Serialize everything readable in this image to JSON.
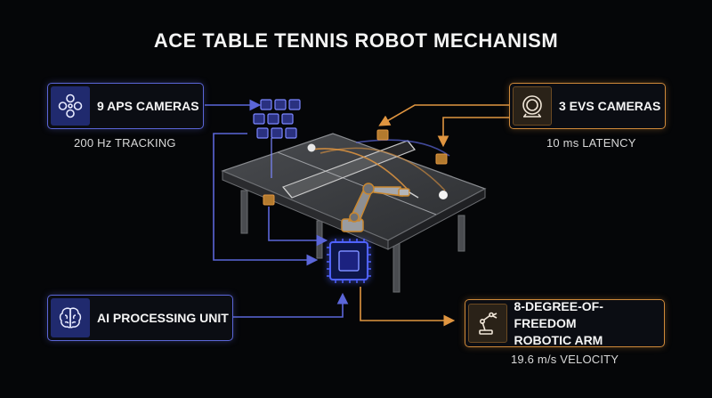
{
  "title": "ACE TABLE TENNIS ROBOT MECHANISM",
  "components": {
    "aps": {
      "label": "9 APS CAMERAS",
      "detail": "200 Hz TRACKING",
      "icon": "camera-cluster-icon"
    },
    "evs": {
      "label": "3 EVS CAMERAS",
      "detail": "10 ms LATENCY",
      "icon": "event-camera-icon"
    },
    "ai": {
      "label": "AI PROCESSING UNIT",
      "icon": "brain-icon"
    },
    "arm": {
      "label_line1": "8-DEGREE-OF-FREEDOM",
      "label_line2": "ROBOTIC ARM",
      "detail": "19.6 m/s VELOCITY",
      "icon": "robot-arm-icon"
    }
  },
  "colors": {
    "background": "#050608",
    "blue_accent": "#5b66d8",
    "orange_accent": "#d08a3a",
    "chip_glow": "#3f52ff",
    "table_top": "#3c3e42"
  }
}
